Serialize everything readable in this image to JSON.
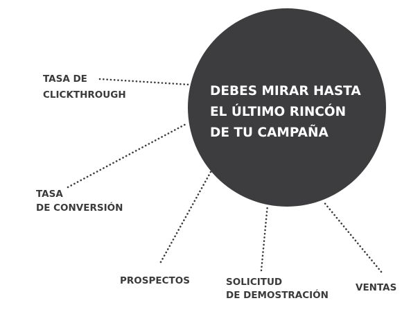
{
  "center": {
    "lines": [
      "DEBES MIRAR HASTA",
      "EL ÚLTIMO RINCÓN",
      "DE TU CAMPAÑA"
    ],
    "fill": "#3d3d3f"
  },
  "nodes": [
    {
      "id": "ctr",
      "lines": [
        "TASA DE",
        "CLICKTHROUGH"
      ]
    },
    {
      "id": "conversion",
      "lines": [
        "TASA",
        "DE CONVERSIÓN"
      ]
    },
    {
      "id": "prospectos",
      "lines": [
        "PROSPECTOS"
      ]
    },
    {
      "id": "demo",
      "lines": [
        "SOLICITUD",
        "DE DEMOSTRACIÓN"
      ]
    },
    {
      "id": "ventas",
      "lines": [
        "VENTAS"
      ]
    }
  ],
  "text_color": "#3a3a3a"
}
